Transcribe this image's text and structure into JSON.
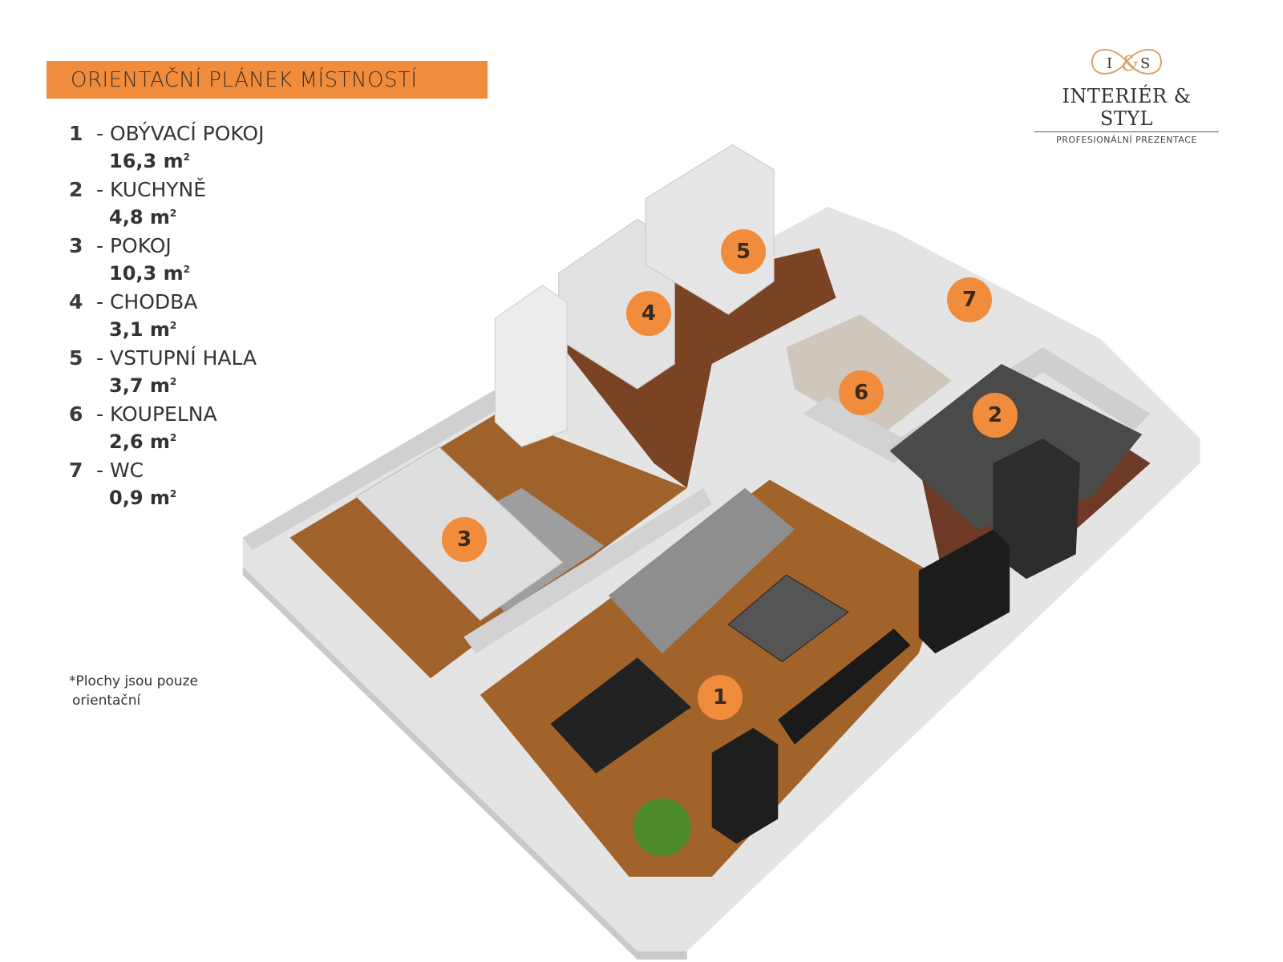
{
  "title": "ORIENTAČNÍ PLÁNEK MÍSTNOSTÍ",
  "logo": {
    "monogram": "I&S",
    "name": "INTERIÉR & STYL",
    "tagline": "PROFESIONÁLNÍ PREZENTACE"
  },
  "rooms": [
    {
      "number": "1",
      "name": "- OBÝVACÍ POKOJ",
      "area": "16,3 m",
      "unit_sup": "2"
    },
    {
      "number": "2",
      "name": "- KUCHYNĚ",
      "area": "4,8 m",
      "unit_sup": "2"
    },
    {
      "number": "3",
      "name": "- POKOJ",
      "area": "10,3 m",
      "unit_sup": "2"
    },
    {
      "number": "4",
      "name": "- CHODBA",
      "area": "3,1 m",
      "unit_sup": "2"
    },
    {
      "number": "5",
      "name": "- VSTUPNÍ HALA",
      "area": "3,7 m",
      "unit_sup": "2"
    },
    {
      "number": "6",
      "name": "- KOUPELNA",
      "area": "2,6 m",
      "unit_sup": "2"
    },
    {
      "number": "7",
      "name": "- WC",
      "area": "0,9 m",
      "unit_sup": "2"
    }
  ],
  "note": {
    "line1": "*Plochy jsou pouze",
    "line2": "orientační"
  },
  "colors": {
    "accent": "#f08c3c",
    "wood": "#9a5a24",
    "wall": "#d9d9d9"
  }
}
